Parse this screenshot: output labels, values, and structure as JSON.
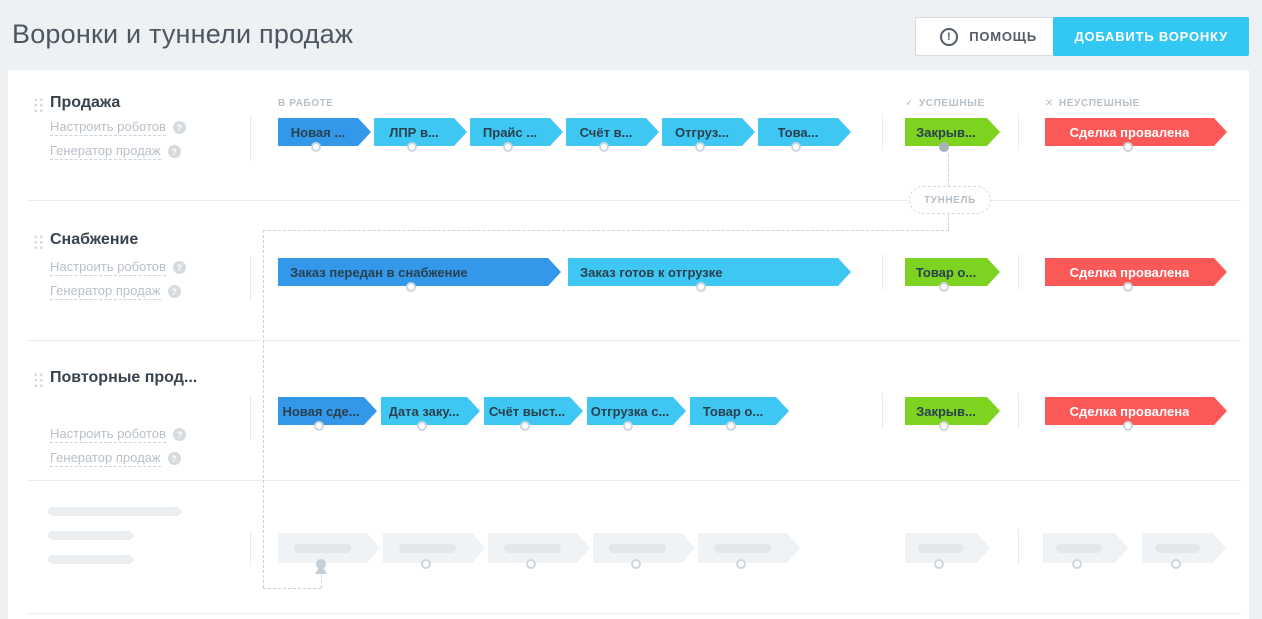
{
  "header": {
    "title": "Воронки и туннели продаж",
    "help_label": "ПОМОЩЬ",
    "add_funnel_label": "ДОБАВИТЬ ВОРОНКУ"
  },
  "icons": {
    "help": "!",
    "check": "✓",
    "cross": "✕",
    "question": "?"
  },
  "board": {
    "column_headers": {
      "in_progress": "В РАБОТЕ",
      "success": "УСПЕШНЫЕ",
      "fail": "НЕУСПЕШНЫЕ"
    },
    "tunnel_label": "ТУННЕЛЬ",
    "funnels": [
      {
        "name": "Продажа",
        "links": [
          "Настроить роботов",
          "Генератор продаж"
        ],
        "stages": [
          "Новая ...",
          "ЛПР в...",
          "Прайс ...",
          "Счёт в...",
          "Отгруз...",
          "Това..."
        ],
        "success_stage": "Закрыв...",
        "fail_stage": "Сделка провалена"
      },
      {
        "name": "Снабжение",
        "links": [
          "Настроить роботов",
          "Генератор продаж"
        ],
        "stages": [
          "Заказ передан в снабжение",
          "Заказ готов к отгрузке"
        ],
        "success_stage": "Товар о...",
        "fail_stage": "Сделка провалена"
      },
      {
        "name": "Повторные прод...",
        "links": [
          "Настроить роботов",
          "Генератор продаж"
        ],
        "stages": [
          "Новая сде...",
          "Дата заку...",
          "Счёт выст...",
          "Отгрузка с...",
          "Товар о..."
        ],
        "success_stage": "Закрыв...",
        "fail_stage": "Сделка провалена"
      }
    ]
  },
  "colors": {
    "accent_cyan": "#33c7f3",
    "stage_dark_blue": "#3498ea",
    "stage_cyan": "#3fc7f3",
    "stage_green": "#7ed321",
    "stage_red": "#fb5957",
    "page_background": "#eef1f4",
    "panel_background": "#ffffff"
  }
}
